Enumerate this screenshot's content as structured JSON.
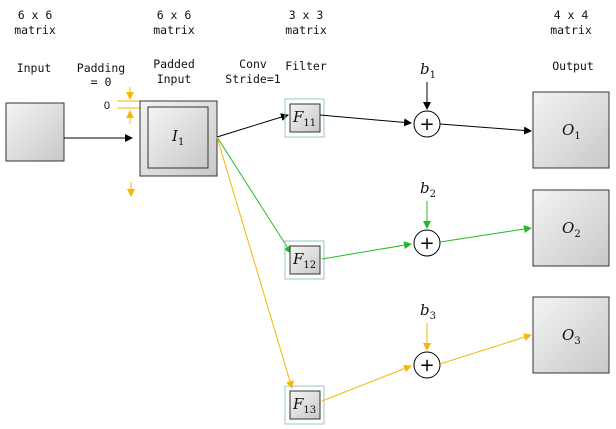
{
  "headers": {
    "input_size_1": "6 x 6",
    "input_size_2": "matrix",
    "input_label": "Input",
    "padding_1": "Padding",
    "padding_2": "= 0",
    "padded_size_1": "6 x 6",
    "padded_size_2": "matrix",
    "padded_label_1": "Padded",
    "padded_label_2": "Input",
    "conv_1": "Conv",
    "conv_2": "Stride=1",
    "filter_size_1": "3 x 3",
    "filter_size_2": "matrix",
    "filter_label": "Filter",
    "output_size_1": "4 x 4",
    "output_size_2": "matrix",
    "output_label": "Output"
  },
  "padding_value": "0",
  "padded_input": {
    "symbol": "I",
    "sub": "1"
  },
  "filters": [
    {
      "symbol": "F",
      "sub": "11",
      "color": "#000000"
    },
    {
      "symbol": "F",
      "sub": "12",
      "color": "#22bb22"
    },
    {
      "symbol": "F",
      "sub": "13",
      "color": "#f5b800"
    }
  ],
  "biases": [
    {
      "symbol": "b",
      "sub": "1"
    },
    {
      "symbol": "b",
      "sub": "2"
    },
    {
      "symbol": "b",
      "sub": "3"
    }
  ],
  "outputs": [
    {
      "symbol": "O",
      "sub": "1"
    },
    {
      "symbol": "O",
      "sub": "2"
    },
    {
      "symbol": "O",
      "sub": "3"
    }
  ],
  "adder_symbol": "+",
  "colors": {
    "black": "#000000",
    "green": "#22bb22",
    "yellow": "#f5b800",
    "filter_frame": "#9fc4c4"
  }
}
